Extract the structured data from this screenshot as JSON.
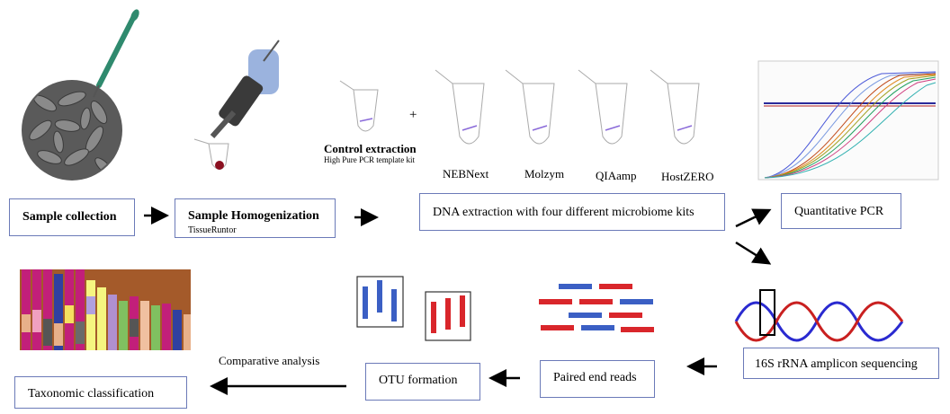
{
  "steps": {
    "sample_collection": "Sample collection",
    "homogenization": "Sample Homogenization",
    "homogenization_sub": "TissueRuntor",
    "dna_extraction": "DNA extraction with four different microbiome kits",
    "qpcr": "Quantitative PCR",
    "sequencing": "16S rRNA amplicon sequencing",
    "paired_reads": "Paired end reads",
    "otu": "OTU formation",
    "taxonomy": "Taxonomic classification"
  },
  "control": {
    "title": "Control extraction",
    "sub": "High Pure PCR template kit",
    "plus": "+"
  },
  "kits": [
    "NEBNext",
    "Molzym",
    "QIAamp",
    "HostZERO"
  ],
  "comparative": "Comparative analysis",
  "colors": {
    "box_border": "#6b7ab8",
    "read_red": "#d9262b",
    "read_blue": "#3b5fc4",
    "pipette": "#2f8a6e"
  }
}
